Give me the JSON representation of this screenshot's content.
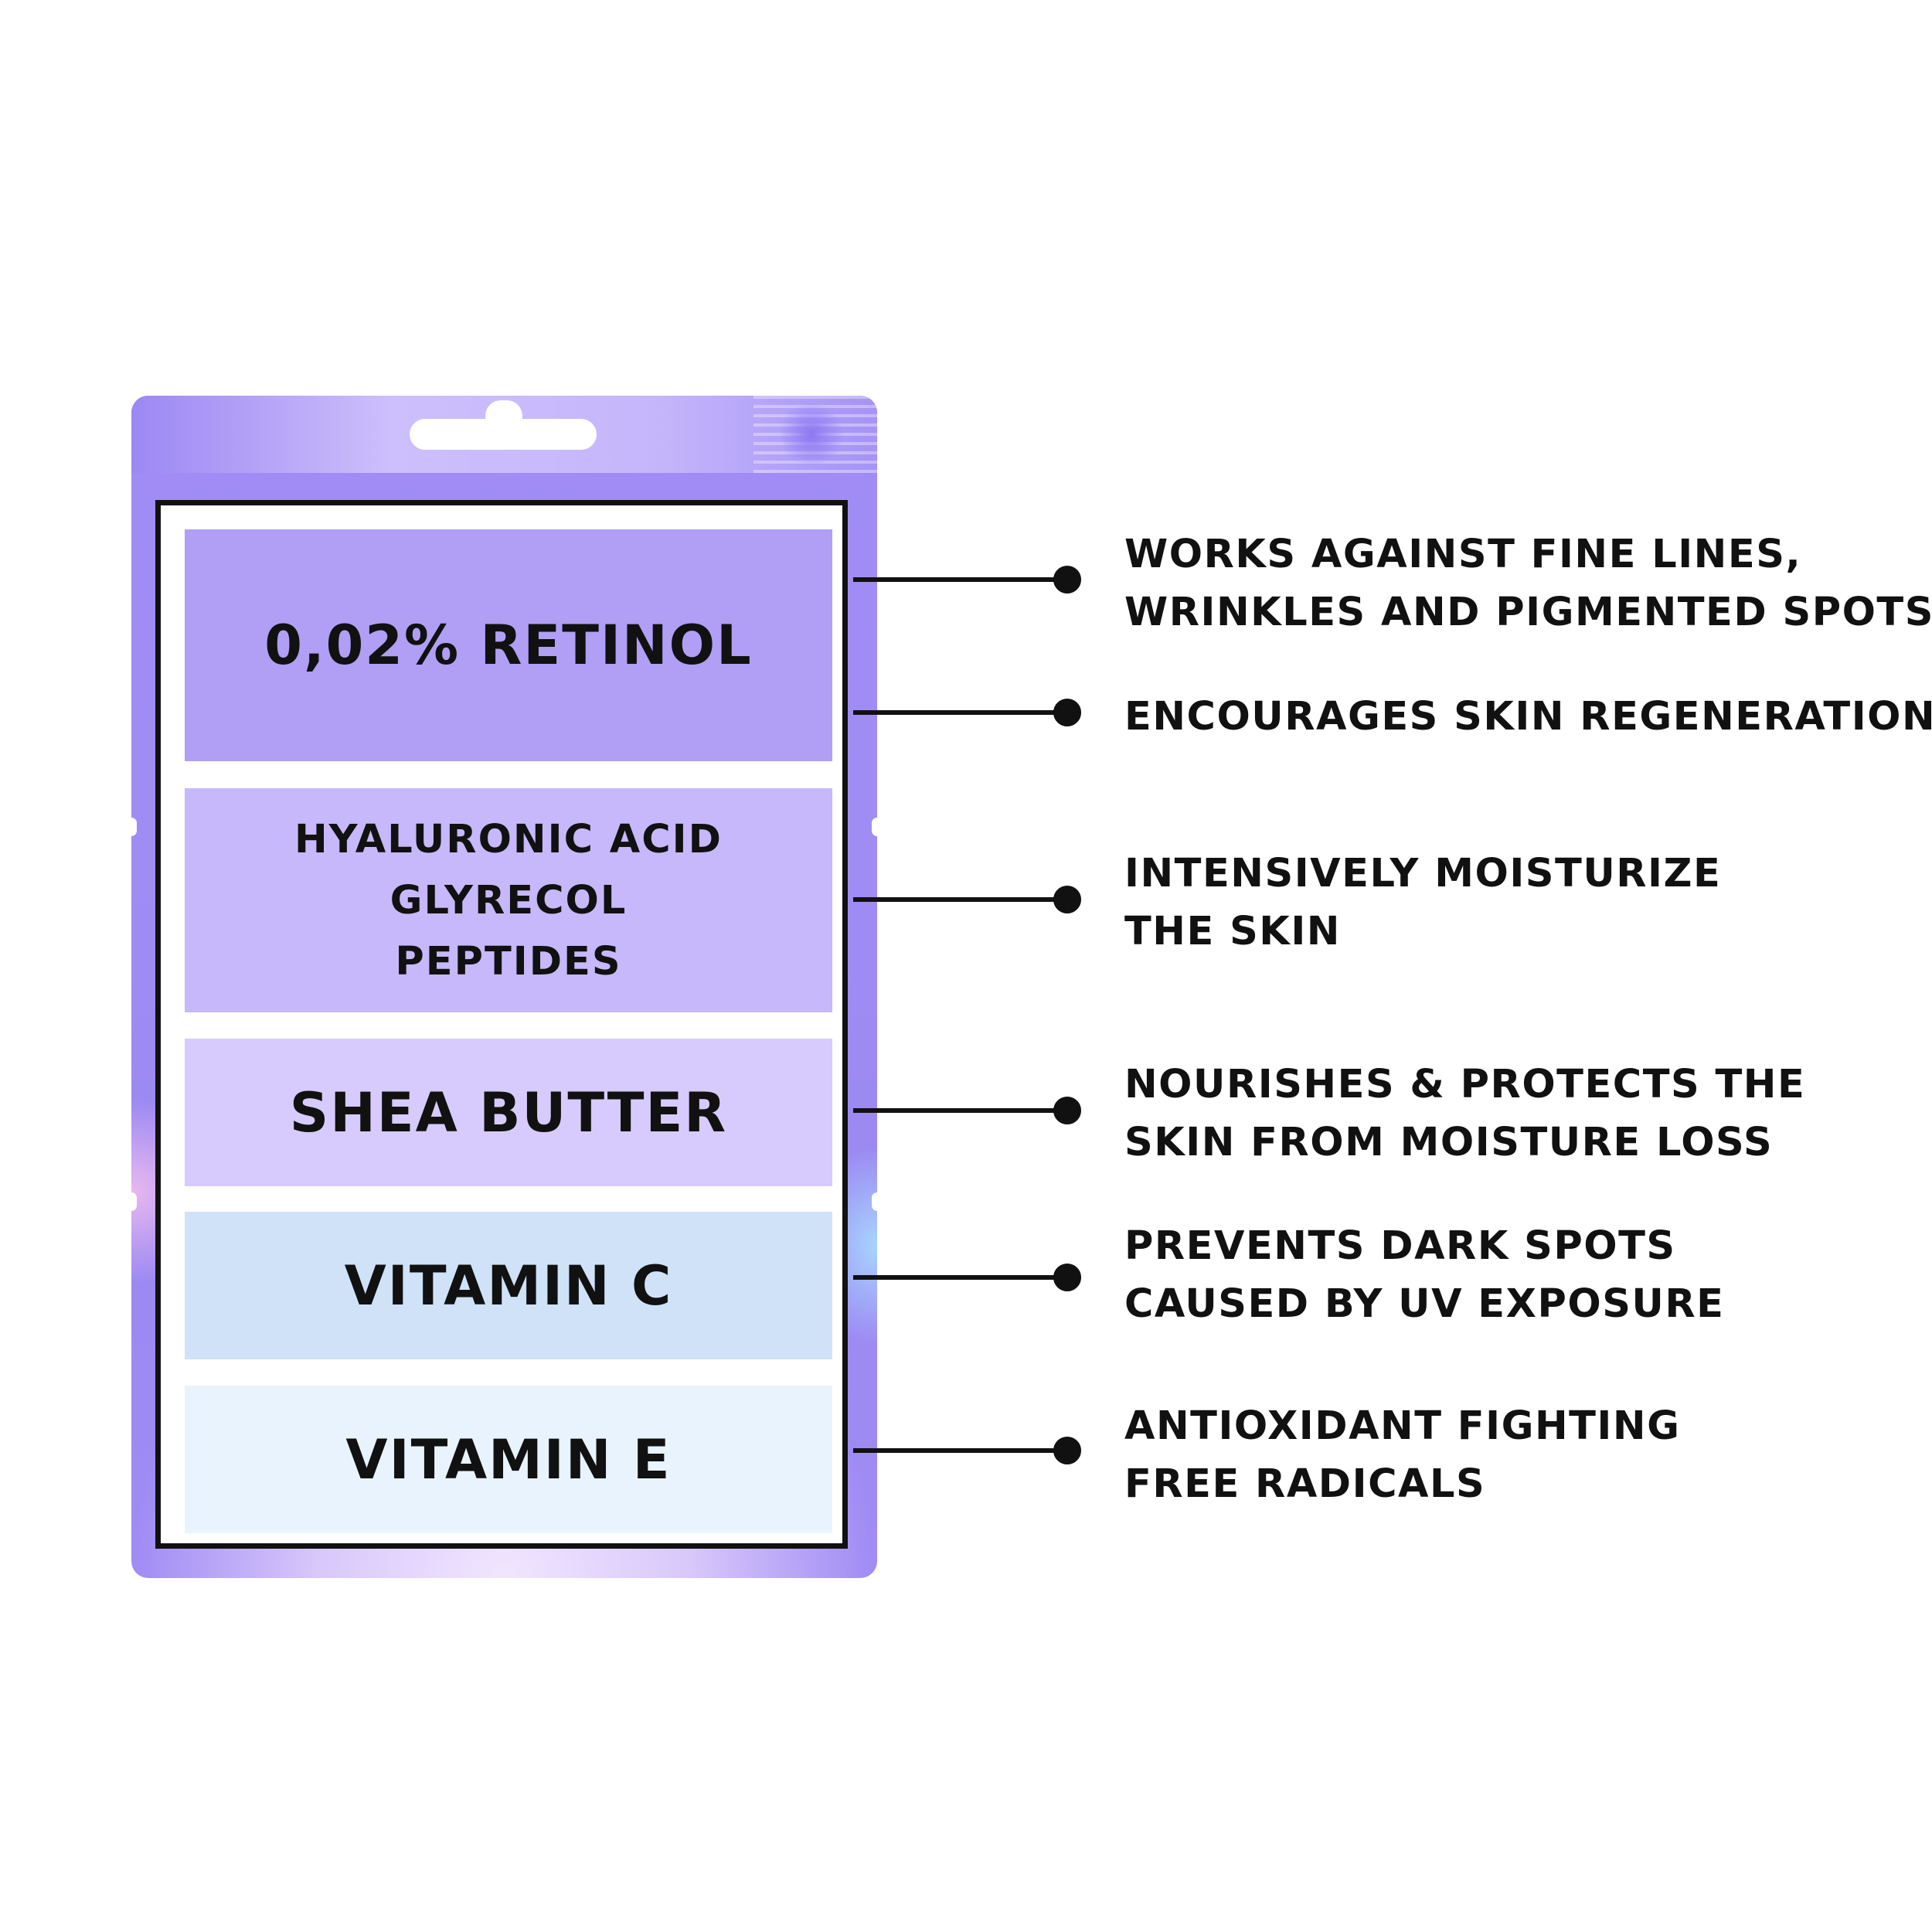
{
  "ingredients": [
    {
      "lines": [
        "0,02% RETINOL"
      ]
    },
    {
      "lines": [
        "HYALURONIC ACID",
        "GLYRECOL",
        "PEPTIDES"
      ]
    },
    {
      "lines": [
        "SHEA BUTTER"
      ]
    },
    {
      "lines": [
        "VITAMIN C"
      ]
    },
    {
      "lines": [
        "VITAMIN E"
      ]
    }
  ],
  "benefits": [
    {
      "lines": [
        "WORKS AGAINST FINE LINES,",
        "WRINKLES AND PIGMENTED SPOTS"
      ]
    },
    {
      "lines": [
        "ENCOURAGES SKIN REGENERATION"
      ]
    },
    {
      "lines": [
        "INTENSIVELY MOISTURIZE",
        "THE SKIN"
      ]
    },
    {
      "lines": [
        "NOURISHES & PROTECTS THE",
        "SKIN FROM MOISTURE LOSS"
      ]
    },
    {
      "lines": [
        "PREVENTS DARK SPOTS",
        "CAUSED BY UV EXPOSURE"
      ]
    },
    {
      "lines": [
        "ANTIOXIDANT FIGHTING",
        "FREE RADICALS"
      ]
    }
  ],
  "colors": {
    "packet": "#a08cf4",
    "retinol_block": "#b09ff5",
    "hyaluronic_block": "#c7b8fb",
    "shea_block": "#d7cbfd",
    "vitamin_c_block": "#cfe2f8",
    "vitamin_e_block": "#e9f3fd",
    "text": "#111111"
  }
}
